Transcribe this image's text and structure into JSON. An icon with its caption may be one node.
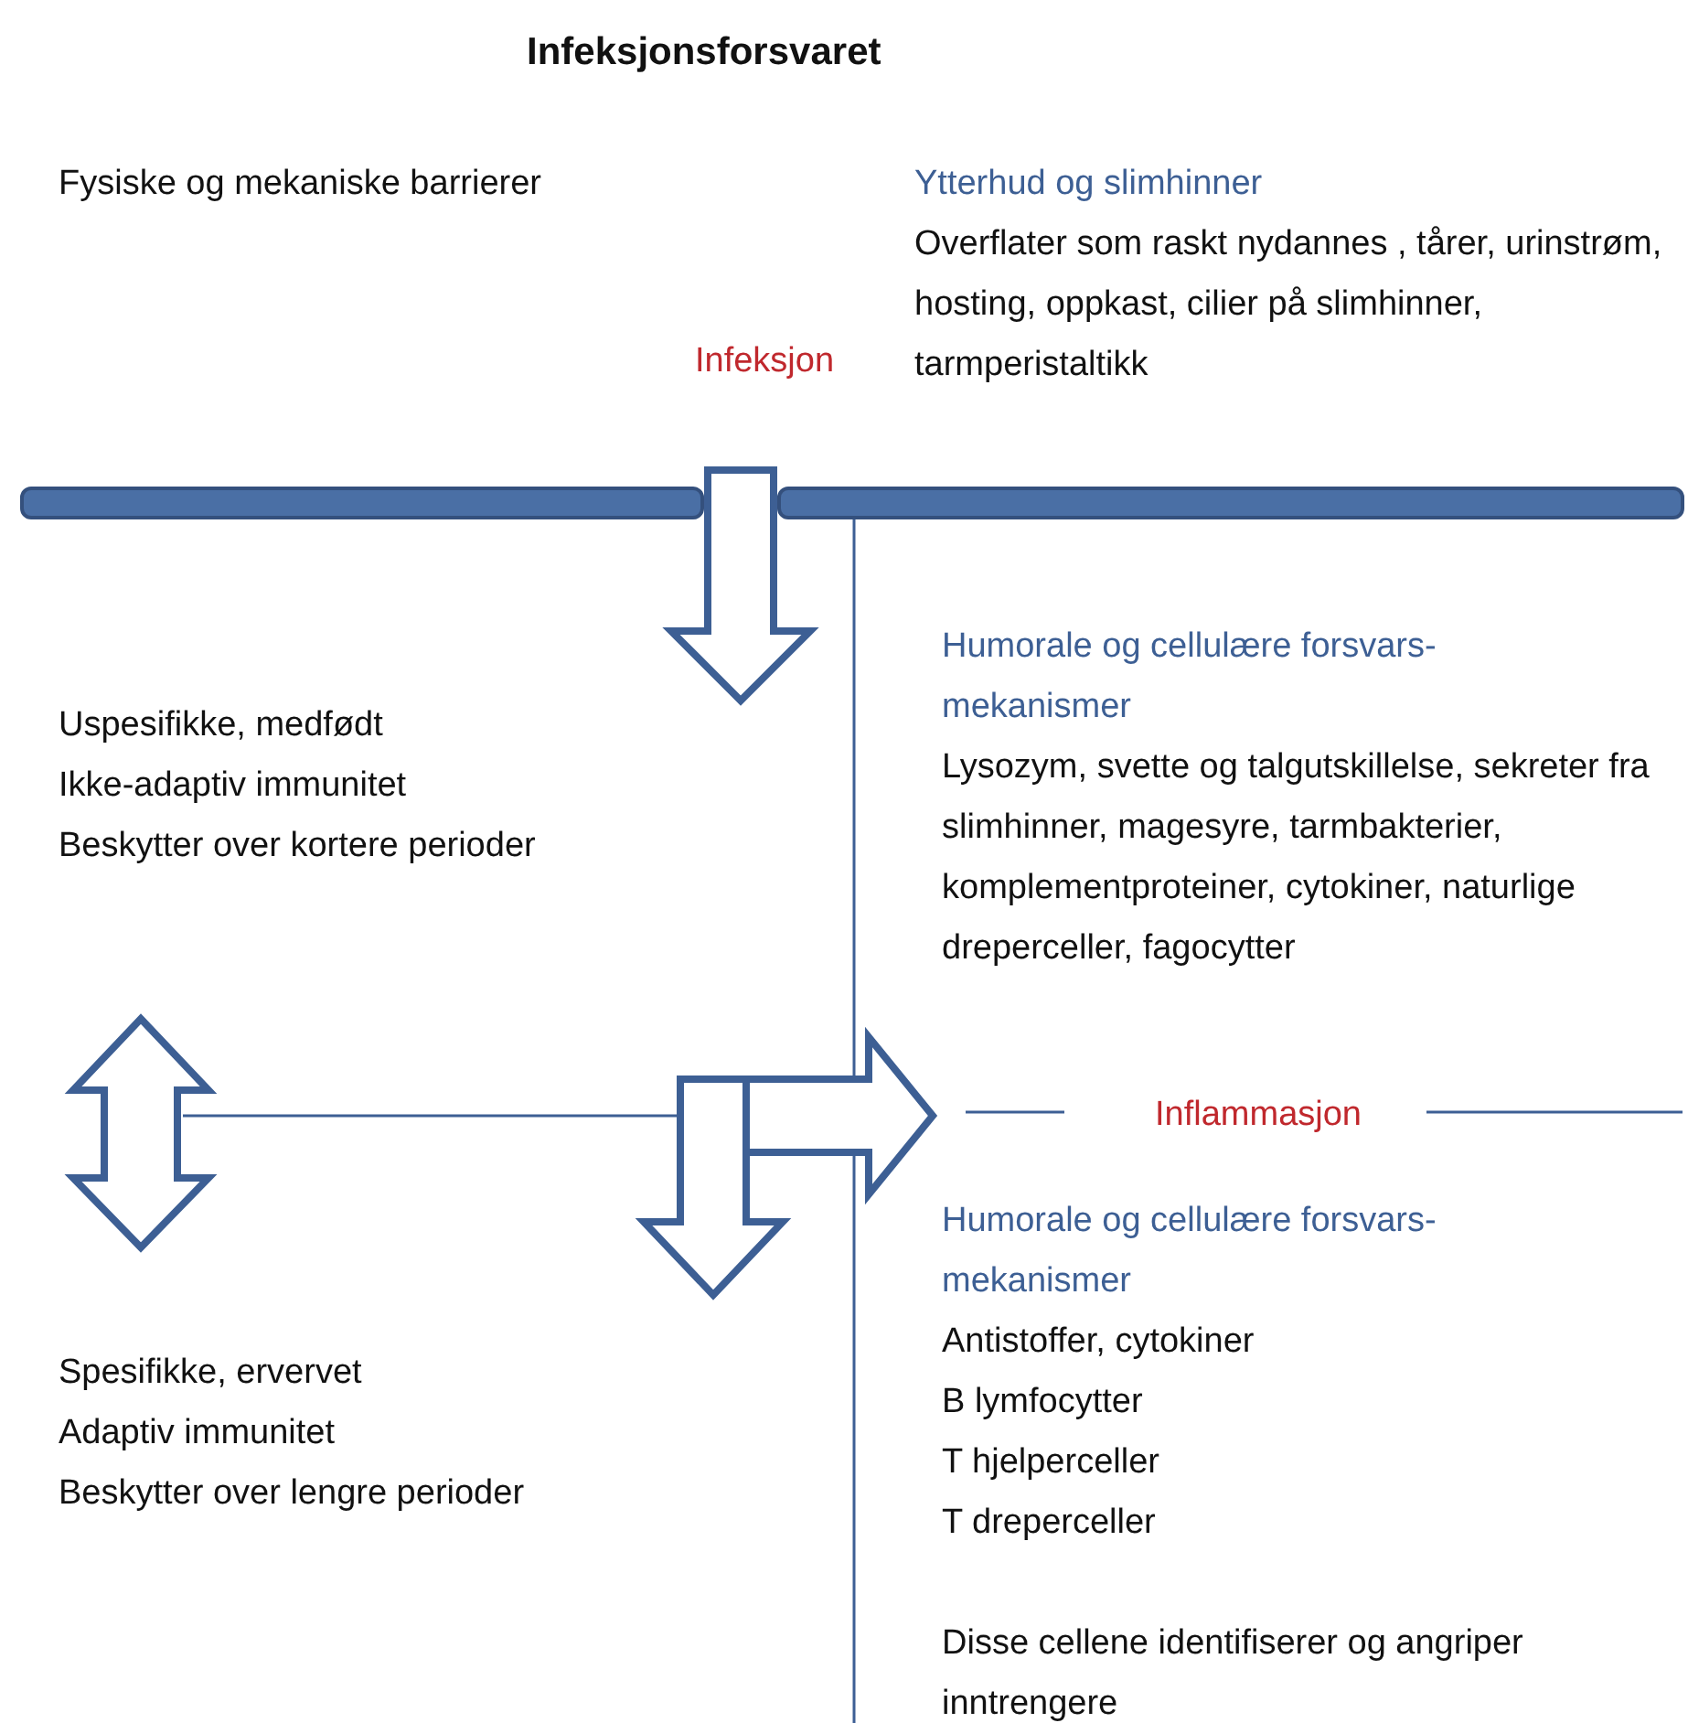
{
  "diagram": {
    "title": "Infeksjonsforsvaret",
    "nodes": [
      {
        "text": [
          "Ytterhud og slimhinner",
          "Overflater som raskt nydannes , tårer, urinstrøm, hosting, oppkast, cilier på slimhinner, tarmperistaltikk"
        ]
      },
      {
        "text": [
          "Humorale og cellulære forsvars-mekanismer",
          "Lysozym, svette og talgutskillelse, sekreter fra slimhinner, magesyre, tarmbakterier, komplementproteiner, cytokiner, naturlige dreperceller,  fagocytter"
        ]
      },
      {
        "text": [
          "Humorale og cellulære forsvars-mekanismer",
          "Antistoffer, cytokiner",
          "B lymfocytter",
          "T hjelperceller",
          "T dreperceller",
          "Disse cellene identifiserer og angriper inntrengere"
        ]
      }
    ],
    "labels": [
      "Fysiske og mekaniske barrierer",
      "Infeksjon",
      "Uspesifikke, medfødt",
      "Ikke-adaptiv immunitet",
      "Beskytter over kortere perioder",
      "Inflammasjon",
      "Spesifikke, ervervet",
      "Adaptiv immunitet",
      "Beskytter over lengre perioder"
    ]
  }
}
